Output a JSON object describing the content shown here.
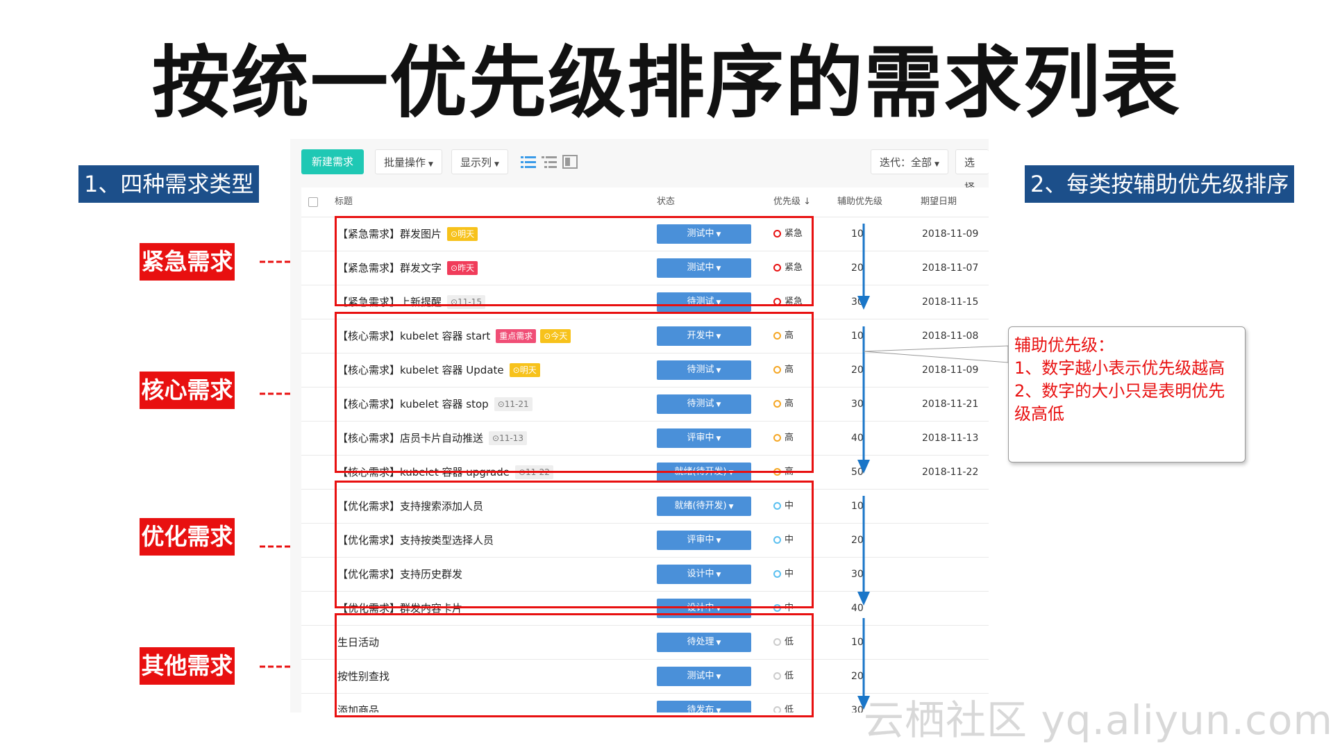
{
  "slide": {
    "title": "按统一优先级排序的需求列表",
    "label_left": "1、四种需求类型",
    "label_right": "2、每类按辅助优先级排序"
  },
  "categories": [
    "紧急需求",
    "核心需求",
    "优化需求",
    "其他需求"
  ],
  "toolbar": {
    "new_button": "新建需求",
    "batch": "批量操作",
    "columns": "显示列",
    "iteration": "迭代：全部",
    "select": "选择迭"
  },
  "table": {
    "headers": {
      "title": "标题",
      "status": "状态",
      "priority": "优先级",
      "aux_priority": "辅助优先级",
      "due": "期望日期"
    },
    "rows": [
      {
        "title": "【紧急需求】群发图片",
        "tag": "明天",
        "tag_style": "yellow",
        "tag2": "",
        "status": "测试中",
        "priority": "紧急",
        "aux": "10",
        "date": "2018-11-09"
      },
      {
        "title": "【紧急需求】群发文字",
        "tag": "昨天",
        "tag_style": "red",
        "tag2": "",
        "status": "测试中",
        "priority": "紧急",
        "aux": "20",
        "date": "2018-11-07"
      },
      {
        "title": "【紧急需求】上新提醒",
        "tag": "11-15",
        "tag_style": "gray",
        "tag2": "",
        "status": "待测试",
        "priority": "紧急",
        "aux": "30",
        "date": "2018-11-15"
      },
      {
        "title": "【核心需求】kubelet 容器 start",
        "tag": "今天",
        "tag_style": "yellow",
        "tag2": "重点需求",
        "status": "开发中",
        "priority": "高",
        "aux": "10",
        "date": "2018-11-08"
      },
      {
        "title": "【核心需求】kubelet 容器 Update",
        "tag": "明天",
        "tag_style": "yellow",
        "tag2": "",
        "status": "待测试",
        "priority": "高",
        "aux": "20",
        "date": "2018-11-09"
      },
      {
        "title": "【核心需求】kubelet 容器 stop",
        "tag": "11-21",
        "tag_style": "gray",
        "tag2": "",
        "status": "待测试",
        "priority": "高",
        "aux": "30",
        "date": "2018-11-21"
      },
      {
        "title": "【核心需求】店员卡片自动推送",
        "tag": "11-13",
        "tag_style": "gray",
        "tag2": "",
        "status": "评审中",
        "priority": "高",
        "aux": "40",
        "date": "2018-11-13"
      },
      {
        "title": "【核心需求】kubelet 容器 upgrade",
        "tag": "11-22",
        "tag_style": "gray",
        "tag2": "",
        "status": "就绪(待开发)",
        "priority": "高",
        "aux": "50",
        "date": "2018-11-22"
      },
      {
        "title": "【优化需求】支持搜索添加人员",
        "tag": "",
        "tag_style": "",
        "tag2": "",
        "status": "就绪(待开发)",
        "priority": "中",
        "aux": "10",
        "date": ""
      },
      {
        "title": "【优化需求】支持按类型选择人员",
        "tag": "",
        "tag_style": "",
        "tag2": "",
        "status": "评审中",
        "priority": "中",
        "aux": "20",
        "date": ""
      },
      {
        "title": "【优化需求】支持历史群发",
        "tag": "",
        "tag_style": "",
        "tag2": "",
        "status": "设计中",
        "priority": "中",
        "aux": "30",
        "date": ""
      },
      {
        "title": "【优化需求】群发内容卡片",
        "tag": "",
        "tag_style": "",
        "tag2": "",
        "status": "设计中",
        "priority": "中",
        "aux": "40",
        "date": ""
      },
      {
        "title": "生日活动",
        "tag": "",
        "tag_style": "",
        "tag2": "",
        "status": "待处理",
        "priority": "低",
        "aux": "10",
        "date": ""
      },
      {
        "title": "按性别查找",
        "tag": "",
        "tag_style": "",
        "tag2": "",
        "status": "测试中",
        "priority": "低",
        "aux": "20",
        "date": ""
      },
      {
        "title": "添加商品",
        "tag": "",
        "tag_style": "",
        "tag2": "",
        "status": "待发布",
        "priority": "低",
        "aux": "30",
        "date": ""
      }
    ]
  },
  "callout": {
    "lines": [
      "辅助优先级：",
      "1、数字越小表示优先级越高",
      "2、数字的大小只是表明优先",
      "级高低"
    ]
  },
  "colors": {
    "accent_red": "#e81010",
    "label_blue": "#1c4f8a",
    "status_blue": "#4a90d9",
    "new_button": "#1fc8b4",
    "priority_urgent": "#e81010",
    "priority_high": "#f5a623",
    "priority_mid": "#5bc0f0",
    "priority_low": "#cccccc"
  },
  "watermark": "云栖社区 yq.aliyun.com"
}
